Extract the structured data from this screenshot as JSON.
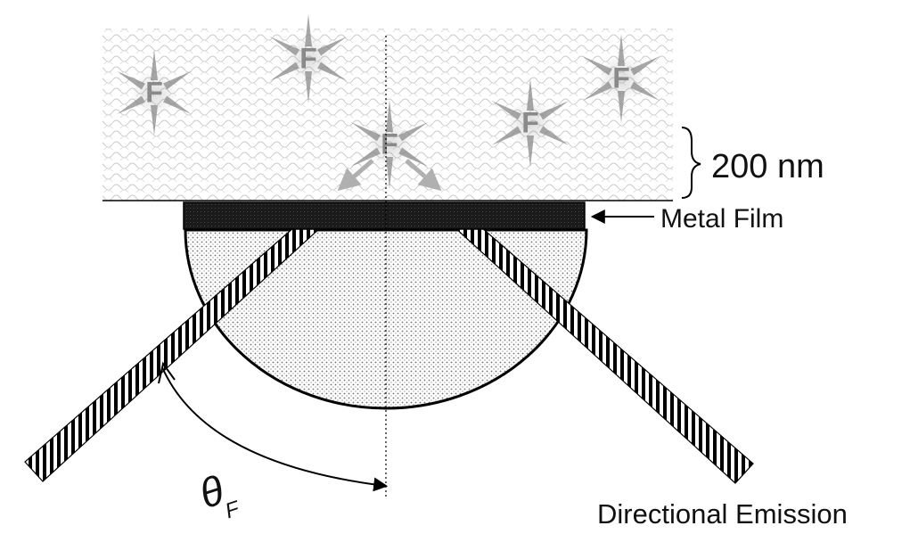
{
  "labels": {
    "thickness": "200 nm",
    "metal_film": "Metal Film",
    "emission": "Directional Emission",
    "theta_main": "θ",
    "theta_sub": "F"
  },
  "fluorophores": [
    {
      "label": "F"
    },
    {
      "label": "F"
    },
    {
      "label": "F"
    },
    {
      "label": "F"
    },
    {
      "label": "F"
    }
  ],
  "colors": {
    "fluorophore": "#8a8a8a",
    "metal_film": "#1a1a1a",
    "stroke": "#000000",
    "sample_pattern": "#c8c8c8",
    "prism_dots": "#6e6e6e"
  }
}
